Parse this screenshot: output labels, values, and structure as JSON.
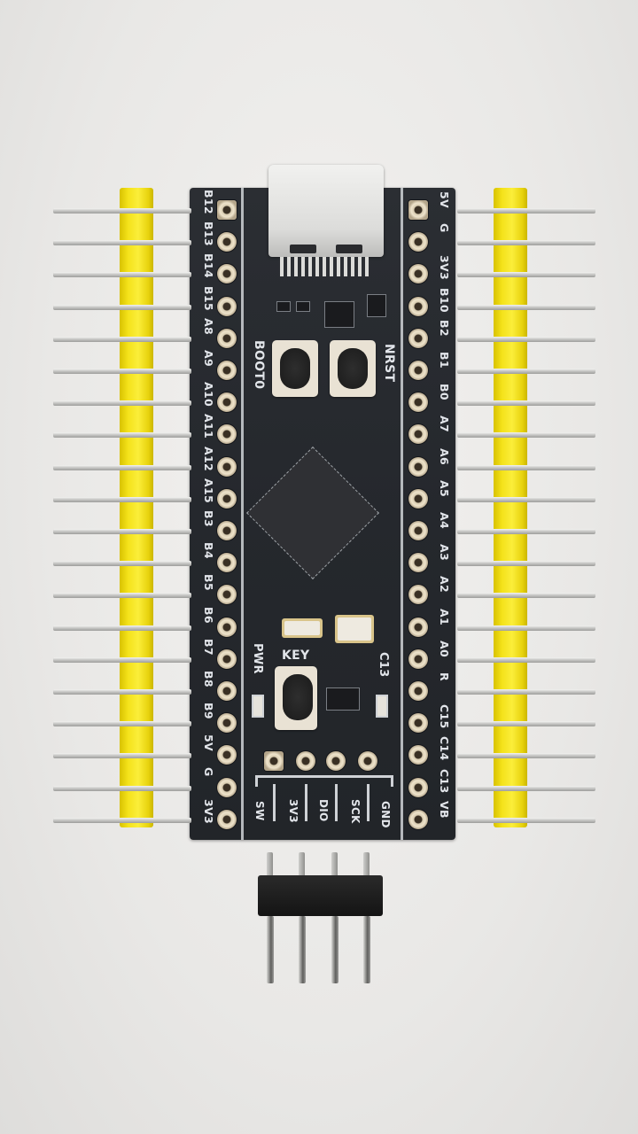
{
  "scene": {
    "description": "Top-down photo of an STM32 black-pill style development board with two loose yellow 20-pin headers and a 4-pin right-angle SWD header on a white surface",
    "colors": {
      "background": "#ecebe9",
      "pcb": "#26292e",
      "silkscreen": "#e2e5ea",
      "header_housing": "#f4e21a",
      "pad": "#e6dac0"
    }
  },
  "board": {
    "left_labels": [
      "B12",
      "B13",
      "B14",
      "B15",
      "A8",
      "A9",
      "A10",
      "A11",
      "A12",
      "A15",
      "B3",
      "B4",
      "B5",
      "B6",
      "B7",
      "B8",
      "B9",
      "5V",
      "G",
      "3V3"
    ],
    "right_labels": [
      "5V",
      "G",
      "3V3",
      "B10",
      "B2",
      "B1",
      "B0",
      "A7",
      "A6",
      "A5",
      "A4",
      "A3",
      "A2",
      "A1",
      "A0",
      "R",
      "C15",
      "C14",
      "C13",
      "VB"
    ],
    "boot_label": "BOOT0",
    "reset_label": "NRST",
    "key_label": "KEY",
    "pwr_label": "PWR",
    "c13_label": "C13",
    "swd_labels": [
      "SW",
      "3V3",
      "DIO",
      "SCK",
      "GND"
    ]
  }
}
